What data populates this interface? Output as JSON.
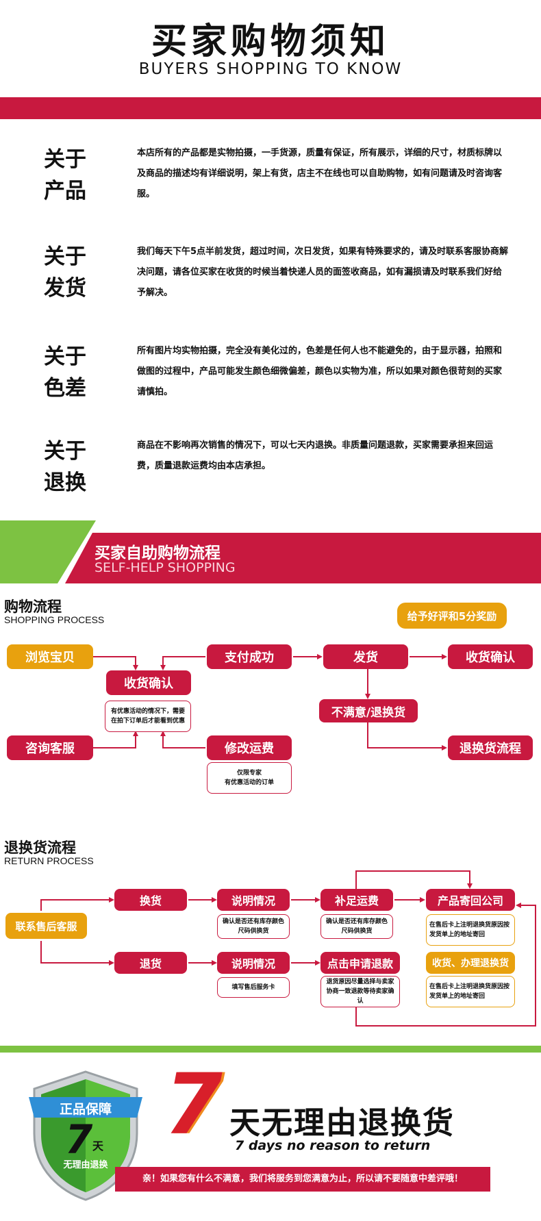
{
  "header": {
    "title": "买家购物须知",
    "subtitle": "BUYERS SHOPPING TO KNOW"
  },
  "about": [
    {
      "line1": "关于",
      "line2": "产品",
      "text": "本店所有的产品都是实物拍摄，一手货源，质量有保证，所有展示，详细的尺寸，材质标牌以及商品的描述均有详细说明，架上有货，店主不在线也可以自助购物，如有问题请及时咨询客服。"
    },
    {
      "line1": "关于",
      "line2": "发货",
      "text": "我们每天下午5点半前发货，超过时间，次日发货，如果有特殊要求的，请及时联系客服协商解决问题，请各位买家在收货的时候当着快递人员的面签收商品，如有漏损请及时联系我们好给予解决。"
    },
    {
      "line1": "关于",
      "line2": "色差",
      "text": "所有图片均实物拍摄，完全没有美化过的，色差是任何人也不能避免的，由于显示器，拍照和做图的过程中，产品可能发生颜色细微偏差，颜色以实物为准，所以如果对颜色很苛刻的买家请慎拍。"
    },
    {
      "line1": "关于",
      "line2": "退换",
      "text": "商品在不影响再次销售的情况下，可以七天内退换。非质量问题退款，买家需要承担来回运费，质量退款运费均由本店承担。"
    }
  ],
  "banner": {
    "title": "买家自助购物流程",
    "subtitle": "SELF-HELP SHOPPING"
  },
  "shopping": {
    "heading": "购物流程",
    "heading_en": "SHOPPING PROCESS",
    "reward": "给予好评和5分奖励",
    "browse": "浏览宝贝",
    "consult": "咨询客服",
    "confirm_receipt": "收货确认",
    "confirm_note": "有优惠活动的情况下，需要在拍下订单后才能看到优惠",
    "pay_success": "支付成功",
    "modify_freight": "修改运费",
    "modify_note_1": "仅限专家",
    "modify_note_2": "有优惠活动的订单",
    "ship": "发货",
    "receipt_confirm": "收货确认",
    "unsatisfied": "不满意/退换货",
    "return_flow": "退换货流程"
  },
  "returns": {
    "heading": "退换货流程",
    "heading_en": "RETURN PROCESS",
    "contact": "联系售后客服",
    "exchange": "换货",
    "refund": "退货",
    "explain": "说明情况",
    "explain_note_exchange": "确认是否还有库存颜色尺码供换货",
    "explain_note_refund": "填写售后服务卡",
    "pay_freight": "补足运费",
    "pay_freight_note": "确认是否还有库存颜色尺码供换货",
    "apply_refund": "点击申请退款",
    "apply_refund_note": "退货原因尽量选择与卖家协商一致退款等待卖家确认",
    "send_back": "产品寄回公司",
    "send_back_note": "在售后卡上注明退换货原因按发货单上的地址寄回",
    "receive_process": "收货、办理退换货",
    "receive_note": "在售后卡上注明退换货原因按发货单上的地址寄回"
  },
  "guarantee": {
    "shield_label": "正品保障",
    "shield_num": "7",
    "shield_day": "天",
    "shield_text": "无理由退换",
    "big_num": "7",
    "title": "天无理由退换货",
    "subtitle": "7 days no reason to return",
    "bar_text": "亲！如果您有什么不满意，我们将服务到您满意为止，所以请不要随意中差评哦！"
  },
  "colors": {
    "red": "#c8193f",
    "gold": "#e8a10e",
    "green": "#7dc242"
  }
}
